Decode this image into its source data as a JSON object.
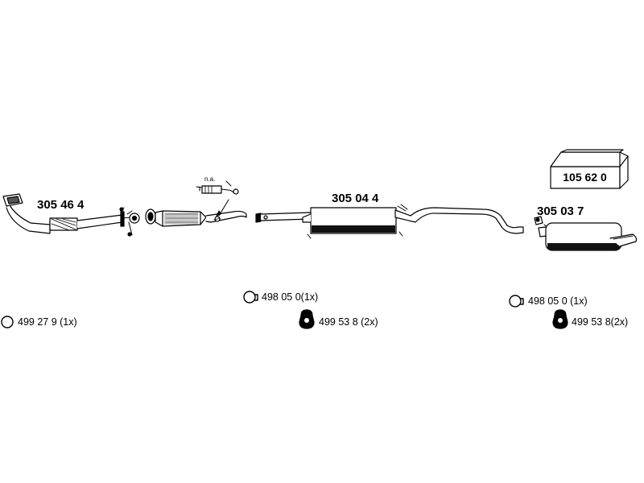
{
  "parts": {
    "front_pipe": "305 46 4",
    "middle_silencer": "305 04 4",
    "rear_silencer": "305 03 7"
  },
  "kit": "105 62 0",
  "sensor_note": "n.a.",
  "accessories": {
    "ring": "499 27 9 (1x)",
    "clamp_middle": "498 05 0(1x)",
    "rubber_middle": "499 53 8 (2x)",
    "clamp_rear": "498 05 0 (1x)",
    "rubber_rear": "499 53 8(2x)"
  }
}
